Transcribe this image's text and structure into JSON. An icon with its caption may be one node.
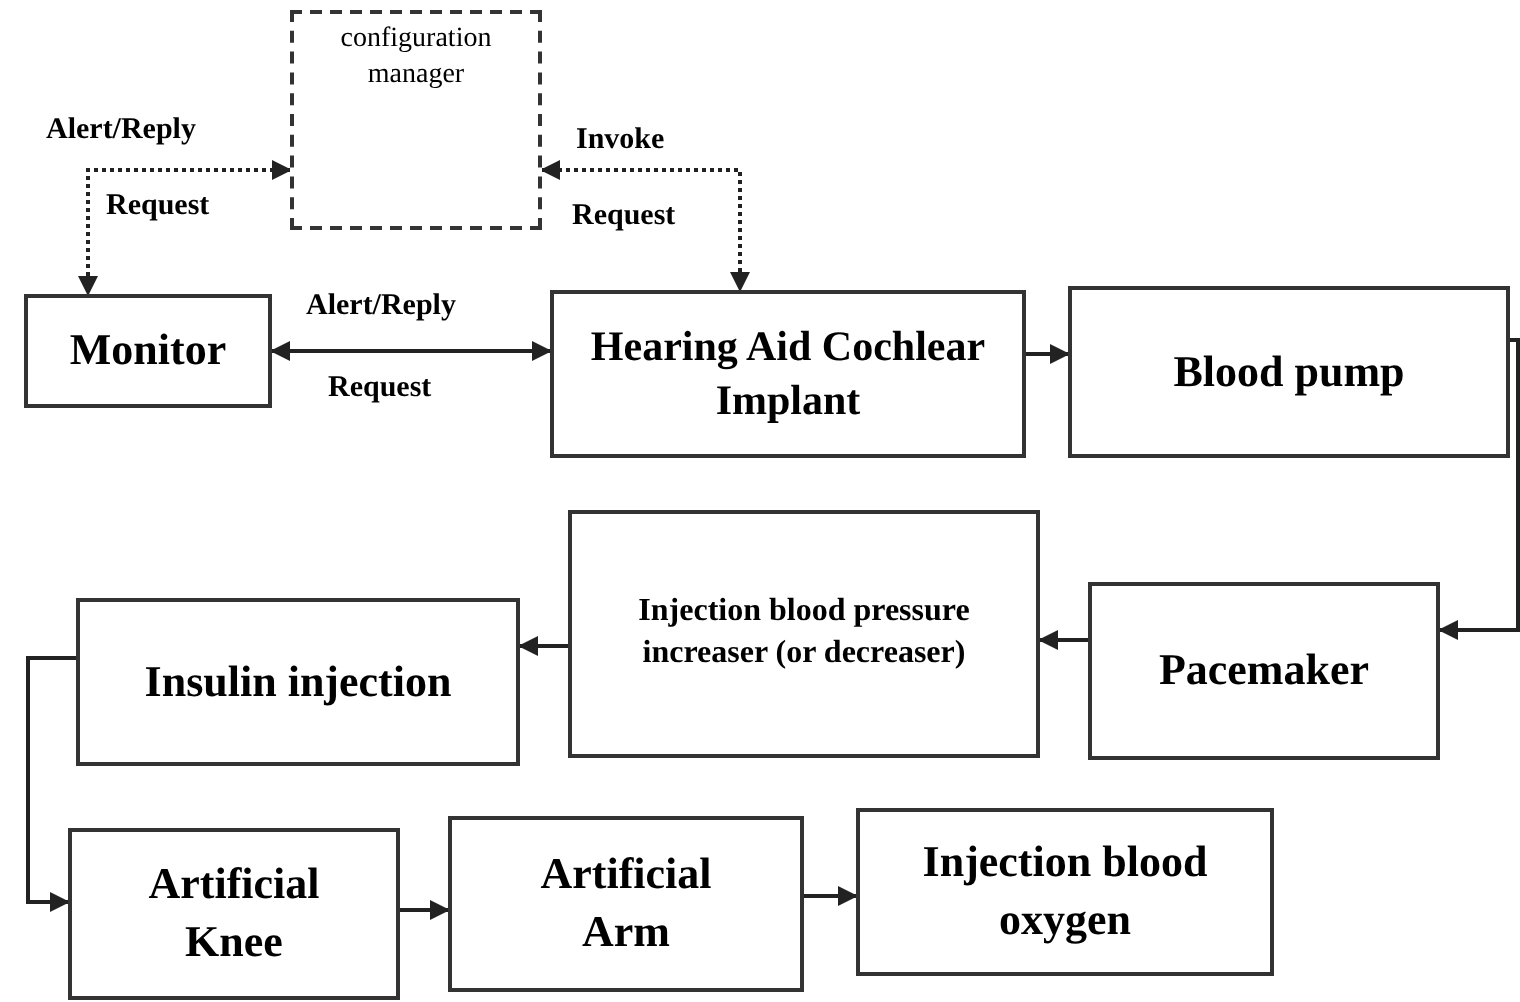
{
  "diagram": {
    "nodes": [
      {
        "text": [
          "configuration manager"
        ]
      },
      {
        "text": [
          "Monitor"
        ]
      },
      {
        "text": [
          "Hearing Aid Cochlear Implant"
        ]
      },
      {
        "text": [
          "Blood pump"
        ]
      },
      {
        "text": [
          "Pacemaker"
        ]
      },
      {
        "text": [
          "Injection blood pressure increaser (or decreaser)"
        ]
      },
      {
        "text": [
          "Insulin injection"
        ]
      },
      {
        "text": [
          "Artificial Knee"
        ]
      },
      {
        "text": [
          "Artificial Arm"
        ]
      },
      {
        "text": [
          "Injection blood oxygen"
        ]
      }
    ],
    "edges": [
      {
        "from": 1,
        "to": 0,
        "arrow": "both",
        "label": "Alert/Reply",
        "style": "dashed"
      },
      {
        "from": 0,
        "to": 2,
        "arrow": "both",
        "label": "Invoke",
        "style": "dashed"
      },
      {
        "from": 1,
        "to": 2,
        "arrow": "both",
        "label": "Alert/Reply"
      },
      {
        "from": 2,
        "to": 3,
        "arrow": "to"
      },
      {
        "from": 3,
        "to": 4,
        "arrow": "to"
      },
      {
        "from": 4,
        "to": 5,
        "arrow": "to"
      },
      {
        "from": 5,
        "to": 6,
        "arrow": "to"
      },
      {
        "from": 6,
        "to": 7,
        "arrow": "to"
      },
      {
        "from": 7,
        "to": 8,
        "arrow": "to"
      },
      {
        "from": 8,
        "to": 9,
        "arrow": "to"
      }
    ],
    "labels": [
      "Request",
      "Request",
      "Request"
    ]
  }
}
